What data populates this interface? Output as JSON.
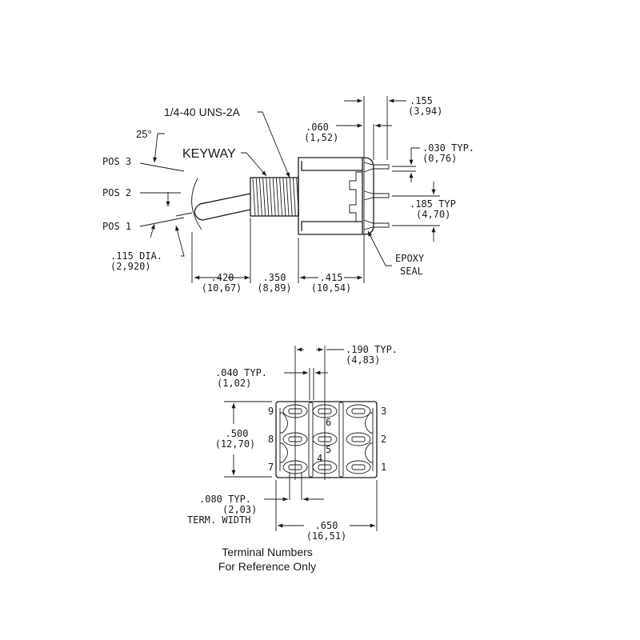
{
  "side_view": {
    "thread_label": "1/4-40 UNS-2A",
    "angle_label": "25°",
    "keyway_label": "KEYWAY",
    "pos3": "POS 3",
    "pos2": "POS 2",
    "pos1": "POS 1",
    "lever_dia": ".115 DIA.",
    "lever_dia_mm": "(2,920)",
    "dim_420": ".420",
    "dim_420_mm": "(10,67)",
    "dim_350": ".350",
    "dim_350_mm": "(8,89)",
    "dim_415": ".415",
    "dim_415_mm": "(10,54)",
    "dim_060": ".060",
    "dim_060_mm": "(1,52)",
    "dim_155": ".155",
    "dim_155_mm": "(3,94)",
    "dim_030": ".030 TYP.",
    "dim_030_mm": "(0,76)",
    "dim_185": ".185 TYP",
    "dim_185_mm": "(4,70)",
    "epoxy1": "EPOXY",
    "epoxy2": "SEAL"
  },
  "bottom_view": {
    "dim_190": ".190 TYP.",
    "dim_190_mm": "(4,83)",
    "dim_040": ".040 TYP.",
    "dim_040_mm": "(1,02)",
    "dim_500": ".500",
    "dim_500_mm": "(12,70)",
    "dim_080": ".080 TYP.",
    "dim_080_mm": "(2,03)",
    "term_width": "TERM. WIDTH",
    "dim_650": ".650",
    "dim_650_mm": "(16,51)",
    "terminals": [
      "9",
      "8",
      "7",
      "6",
      "5",
      "4",
      "3",
      "2",
      "1"
    ],
    "note_line1": "Terminal Numbers",
    "note_line2": "For Reference Only"
  }
}
